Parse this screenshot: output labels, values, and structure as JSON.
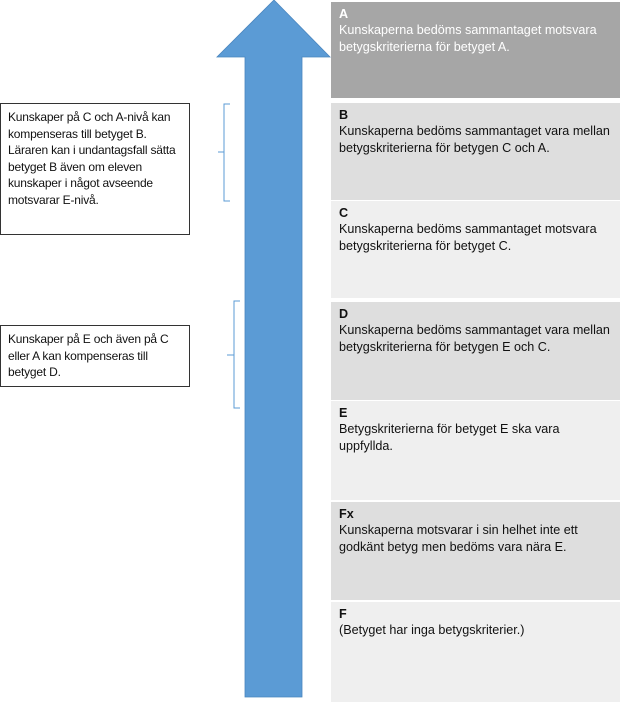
{
  "colors": {
    "arrow": "#5b9bd5",
    "bracket": "#5b9bd5",
    "grade_dark": "#a6a6a6",
    "grade_mid": "#dedede",
    "grade_light": "#efefef"
  },
  "grades": [
    {
      "letter": "A",
      "text": "Kunskaperna bedöms sammantaget motsvara betygskriterierna för betyget A."
    },
    {
      "letter": "B",
      "text": "Kunskaperna bedöms sammantaget vara mellan betygskriterierna för betygen C och A."
    },
    {
      "letter": "C",
      "text": "Kunskaperna bedöms sammantaget motsvara betygskriterierna för betyget C."
    },
    {
      "letter": "D",
      "text": "Kunskaperna bedöms sammantaget vara mellan betygskriterierna för betygen E och C."
    },
    {
      "letter": "E",
      "text": "Betygskriterierna för betyget E ska vara uppfyllda."
    },
    {
      "letter": "Fx",
      "text": "Kunskaperna motsvarar i sin helhet inte ett godkänt betyg men bedöms vara nära E."
    },
    {
      "letter": "F",
      "text": "(Betyget har inga betygskriterier.)"
    }
  ],
  "notes": [
    {
      "text": "Kunskaper på C och A-nivå kan kompenseras till betyget B. Läraren kan i undantagsfall sätta betyget B även om eleven kunskaper i något avseende motsvarar E-nivå."
    },
    {
      "text": "Kunskaper på E och även på C eller A kan kompenseras till betyget D."
    }
  ]
}
